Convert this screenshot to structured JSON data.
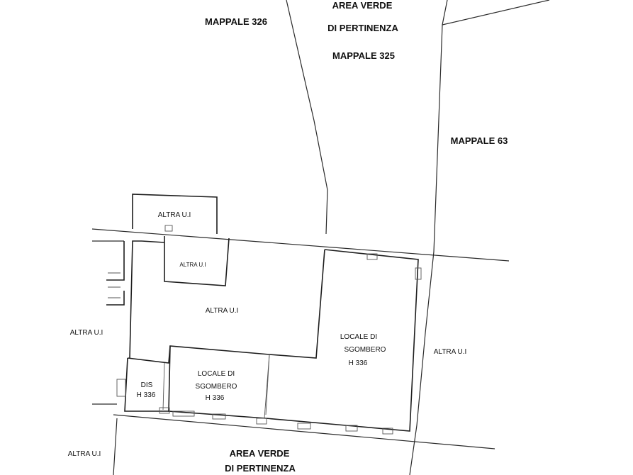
{
  "labels": {
    "mappale_326": "MAPPALE 326",
    "area_verde_top_1": "AREA VERDE",
    "area_verde_top_2": "DI PERTINENZA",
    "mappale_325": "MAPPALE 325",
    "mappale_63": "MAPPALE 63",
    "altra_ui_top": "ALTRA U.I",
    "altra_ui_small": "ALTRA U.I",
    "altra_ui_center": "ALTRA U.I",
    "altra_ui_left": "ALTRA U.I",
    "altra_ui_right": "ALTRA U.I",
    "altra_ui_bottom_left": "ALTRA U.I",
    "locale_right_1": "LOCALE DI",
    "locale_right_2": "SGOMBERO",
    "locale_right_h": "H 336",
    "locale_mid_1": "LOCALE DI",
    "locale_mid_2": "SGOMBERO",
    "locale_mid_h": "H 336",
    "dis": "DIS",
    "dis_h": "H 336",
    "area_verde_bottom_1": "AREA VERDE",
    "area_verde_bottom_2": "DI PERTINENZA"
  }
}
